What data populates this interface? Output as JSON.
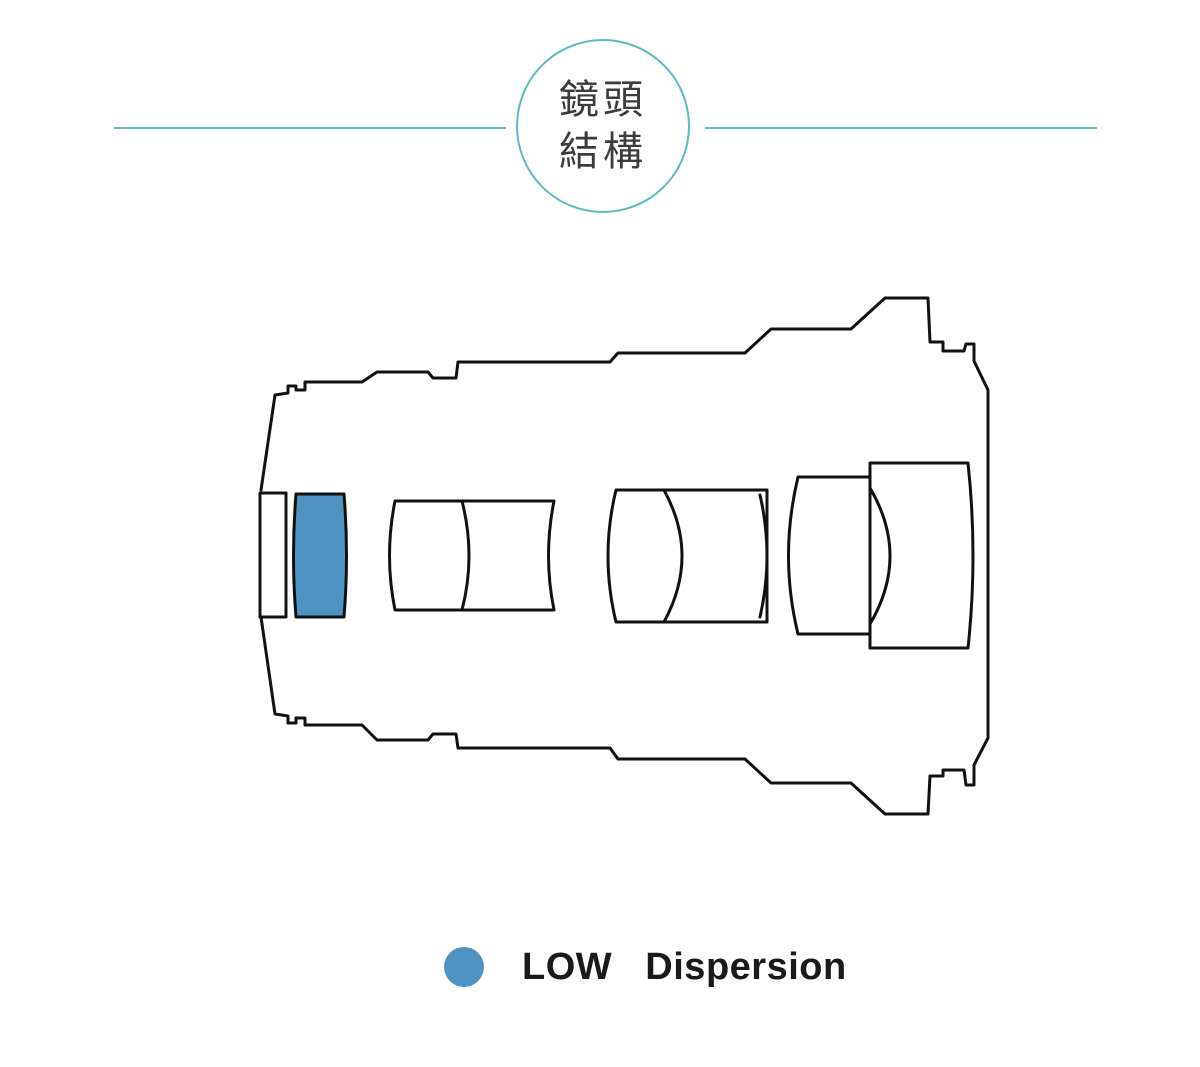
{
  "header": {
    "title_line1": "鏡頭",
    "title_line2": "結構",
    "accent_color": "#5bbcbf"
  },
  "diagram": {
    "outline_color": "#111111",
    "low_dispersion_color": "#4f93c2",
    "elements": [
      {
        "name": "front-filter-element",
        "glass": "normal"
      },
      {
        "name": "low-dispersion-element",
        "glass": "low-dispersion"
      },
      {
        "name": "element-group-2",
        "glass": "normal"
      },
      {
        "name": "element-group-3",
        "glass": "normal"
      },
      {
        "name": "element-group-4",
        "glass": "normal"
      }
    ]
  },
  "legend": {
    "label": "LOW   Dispersion",
    "color": "#4f93c2"
  }
}
